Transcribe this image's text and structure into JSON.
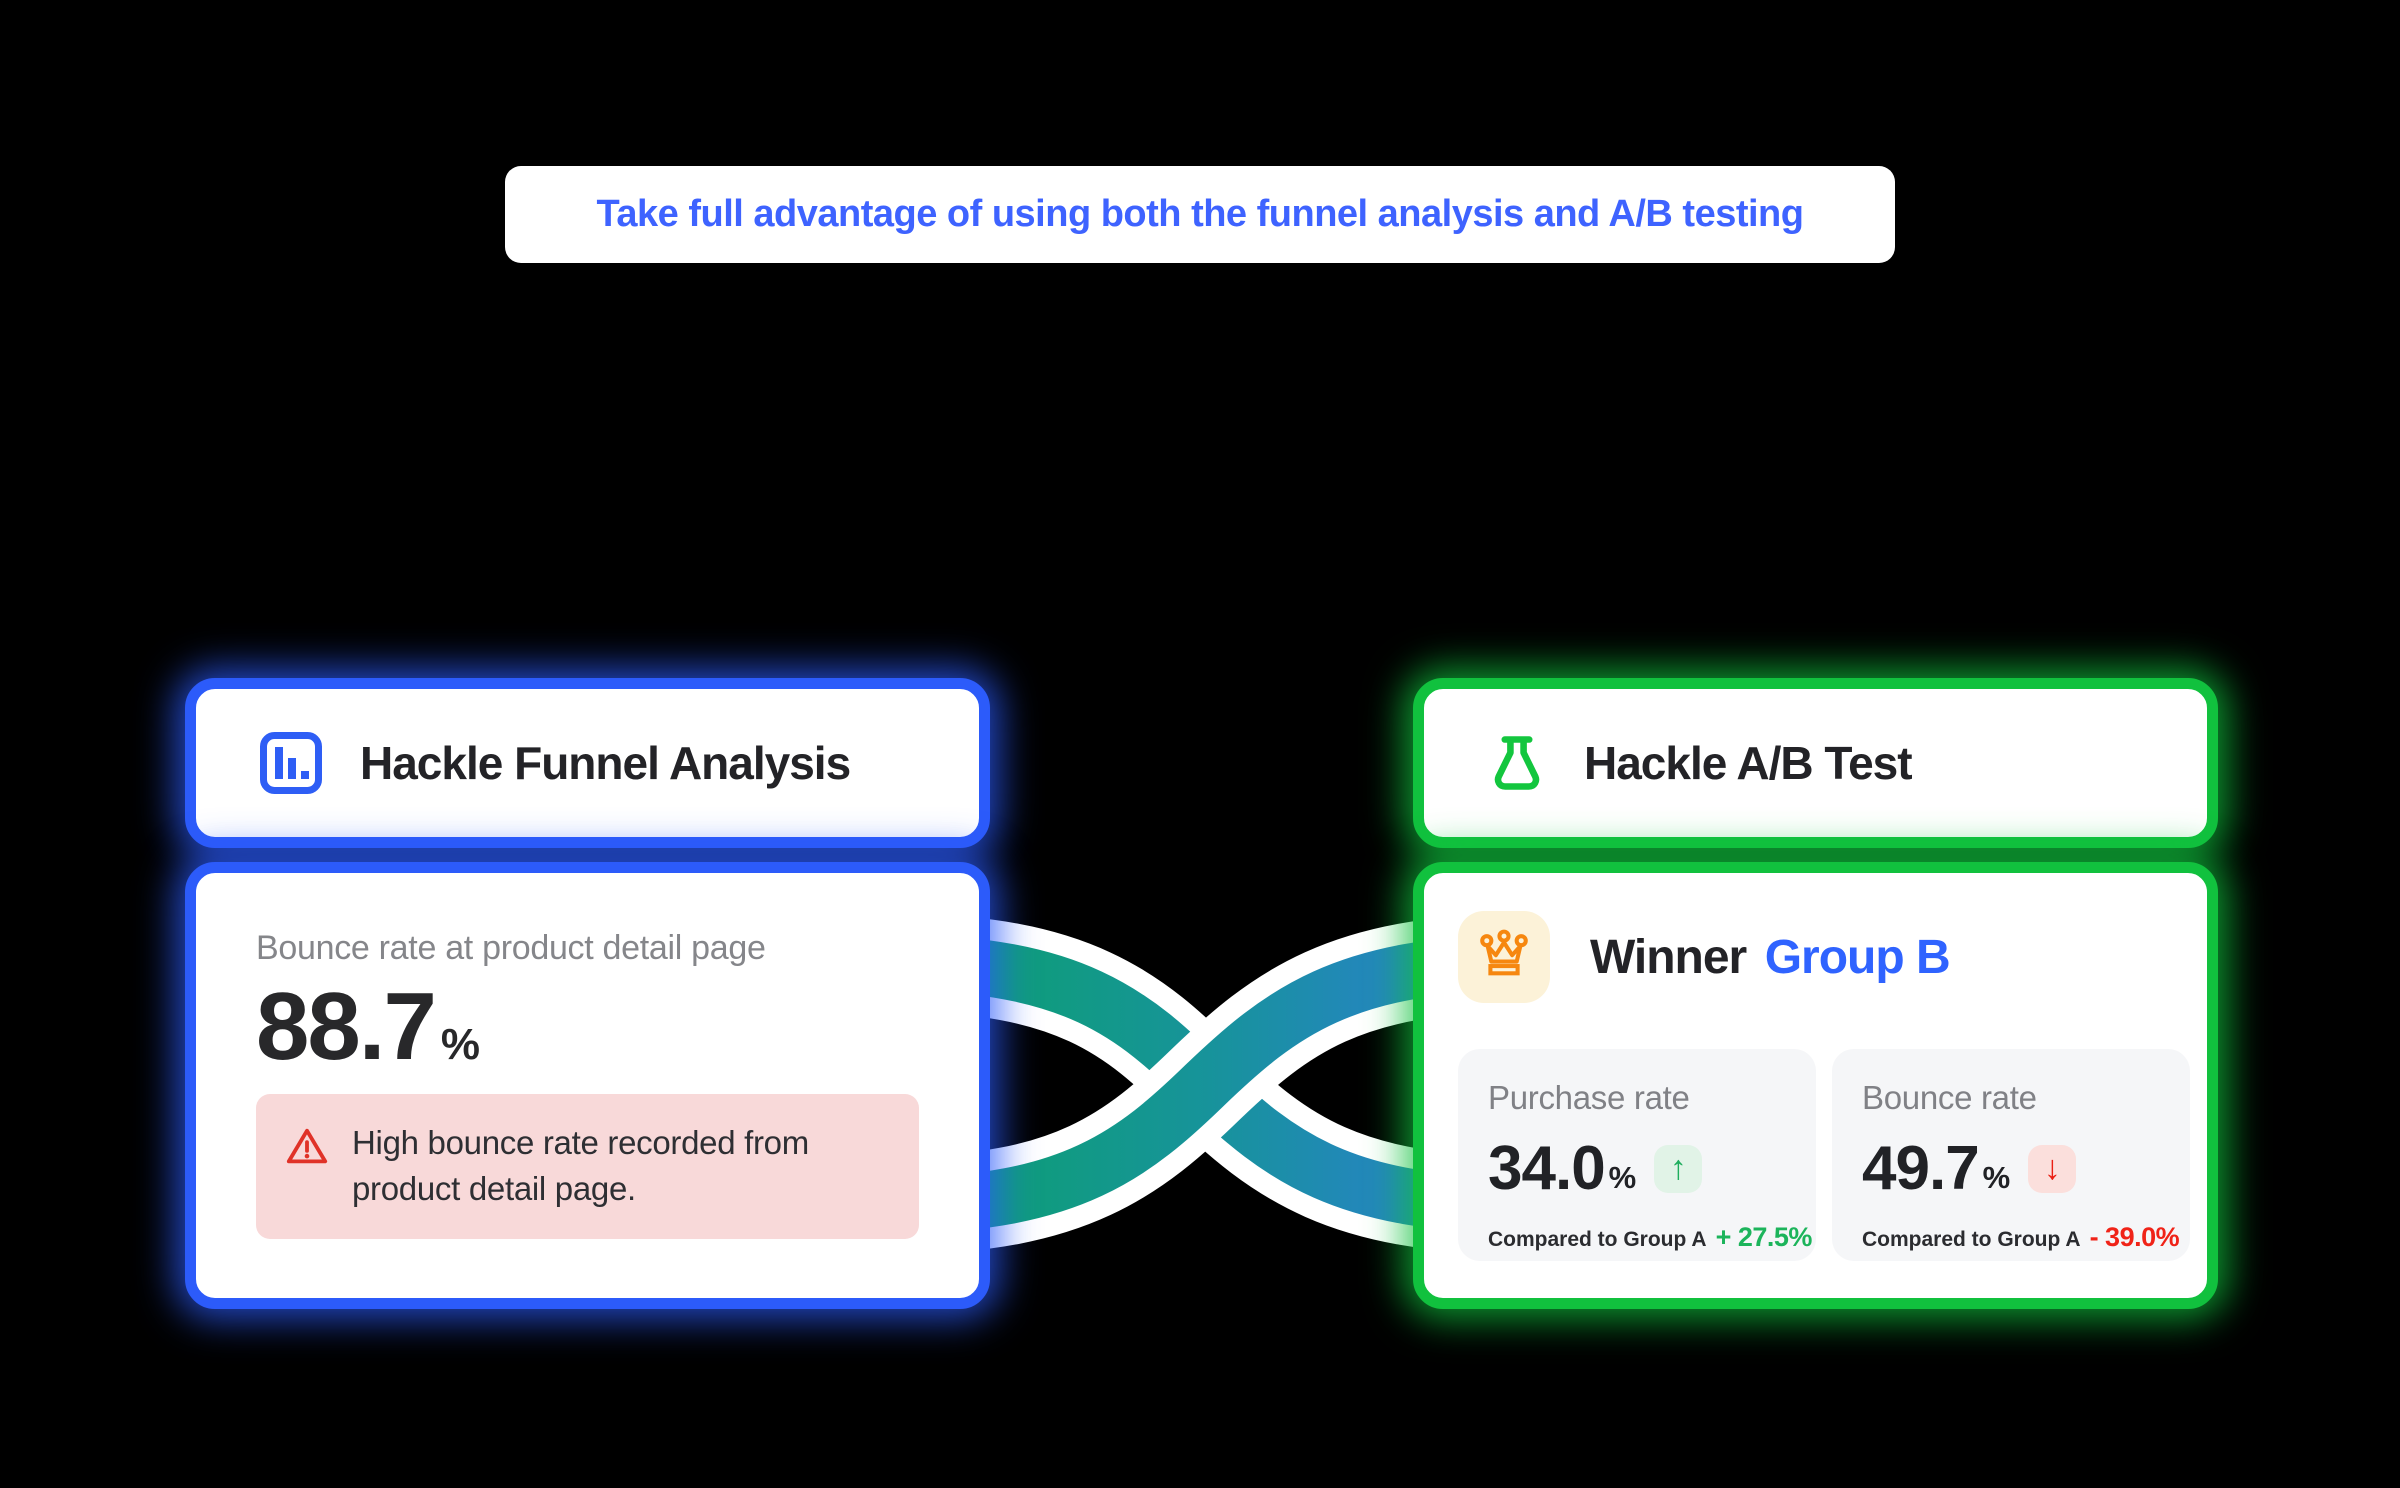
{
  "banner": {
    "text": "Take full advantage of using both the funnel analysis and A/B testing"
  },
  "funnel_card": {
    "title": "Hackle Funnel Analysis",
    "metric": {
      "label": "Bounce rate at product detail page",
      "value": "88.7",
      "unit": "%"
    },
    "alert": {
      "text": "High bounce rate recorded from product detail page."
    }
  },
  "ab_card": {
    "title": "Hackle A/B Test",
    "winner": {
      "label": "Winner",
      "group": "Group B"
    },
    "stats": [
      {
        "label": "Purchase rate",
        "value": "34.0",
        "unit": "%",
        "trend_icon": "↑",
        "comparison_label": "Compared to Group A",
        "comparison_value": "+ 27.5%"
      },
      {
        "label": "Bounce rate",
        "value": "49.7",
        "unit": "%",
        "trend_icon": "↓",
        "comparison_label": "Compared to Group A",
        "comparison_value": "- 39.0%"
      }
    ]
  },
  "icons": {
    "funnel_header": "bar-chart-icon",
    "ab_header": "flask-icon",
    "winner": "crown-icon",
    "alert": "warning-triangle-icon",
    "trend_positive": "arrow-up-icon",
    "trend_negative": "arrow-down-icon"
  },
  "colors": {
    "background": "#000000",
    "banner_text": "#3e63ff",
    "funnel_accent": "#2c5bfa",
    "ab_accent": "#11c13e",
    "ribbon_green": "#0aa269",
    "ribbon_blue": "#2e7cd9",
    "positive_green": "#1cb45b",
    "negative_red": "#f02318",
    "crown_orange": "#f6870f",
    "crown_badge_bg": "#fcf2d8",
    "alert_bg": "#f8d9d9",
    "stat_box_bg": "#f5f6f8",
    "winner_group_blue": "#2f63ff"
  }
}
